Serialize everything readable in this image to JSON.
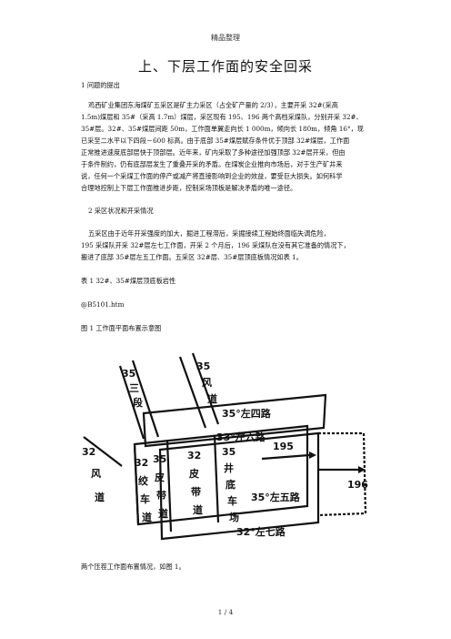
{
  "header": {
    "text": "精品整理"
  },
  "title": "上、下层工作面的安全回采",
  "sections": {
    "s1_heading": "1 问题的提出",
    "s1_p1": [
      "鸡西矿业集团东海煤矿五采区是矿主力采区（占全矿产量的 2/3），主要开采 32#(采高",
      "1.5m)煤层和 35#（采高 1.7m）煤层，采区现有 195、196 两个高档采煤队，分别开采 32#、",
      "35#层。32#、35#煤层间距 50m，工作面单翼走向长 1 000m，倾向长 180m，倾角 16°，现",
      "已采至二水平以下四段－600 标高。由于底部 35#煤层赋存条件优于顶部 32#煤层，工作面",
      "正常推进速度底部层快于顶部层。近年来，矿内采取了多种途径加强顶部 32#层开采，但由",
      "于条件制约，仍有底部层发生了重叠开采的矛盾。在煤炭企业推向市场后，对于生产矿井来",
      "说，任何一个采煤工作面的停产或减产将直接影响到企业的效益，要受巨大损失。如何科学",
      "合理地控制上下层工作面推进步距，控制采场顶板是解决矛盾的唯一途径。"
    ],
    "s2_heading": "2 采区状况和开采情况",
    "s2_p1": [
      "五采区由于近年开采强度的加大，掘进工程滞后，采掘接续工程始终面临失调危险，",
      "195 采煤队开采 32#层左七工作面，开采 2 个月后，196 采煤队在没有其它准备的情况下，",
      "搬进了底部 35#层左五工作面。五采区 32#层、35#层顶底板情况如表 1。"
    ],
    "table_caption": "表 1 32#、35#煤层顶底板岩性",
    "image_ref": "@B5101.htm",
    "figure_caption": "图 1 工作面平面布置示意图",
    "after_figure": "两个压茬工作面布置情况，如图 1。"
  },
  "diagram": {
    "label_35_sanduan": [
      "35",
      "三",
      "段"
    ],
    "label_35_fengdao": [
      "35",
      "风",
      "道"
    ],
    "label_35_left4": "35°左四路",
    "label_33_left6": "33°左六路",
    "label_195": "195",
    "label_196": "196",
    "label_32_fengdao": [
      "32",
      "风",
      "道"
    ],
    "label_32_jiaochedao": [
      "32",
      "绞",
      "车",
      "道"
    ],
    "label_35_pidai": [
      "35",
      "皮",
      "带",
      "道"
    ],
    "label_32_pidaidao": [
      "32",
      "皮",
      "带",
      "道"
    ],
    "label_35_jingdi": [
      "35",
      "井",
      "底",
      "车",
      "场"
    ],
    "label_35_left5": "35°左五路",
    "label_32_left7": "32°左七路"
  },
  "footer": {
    "page": "1 / 4"
  }
}
